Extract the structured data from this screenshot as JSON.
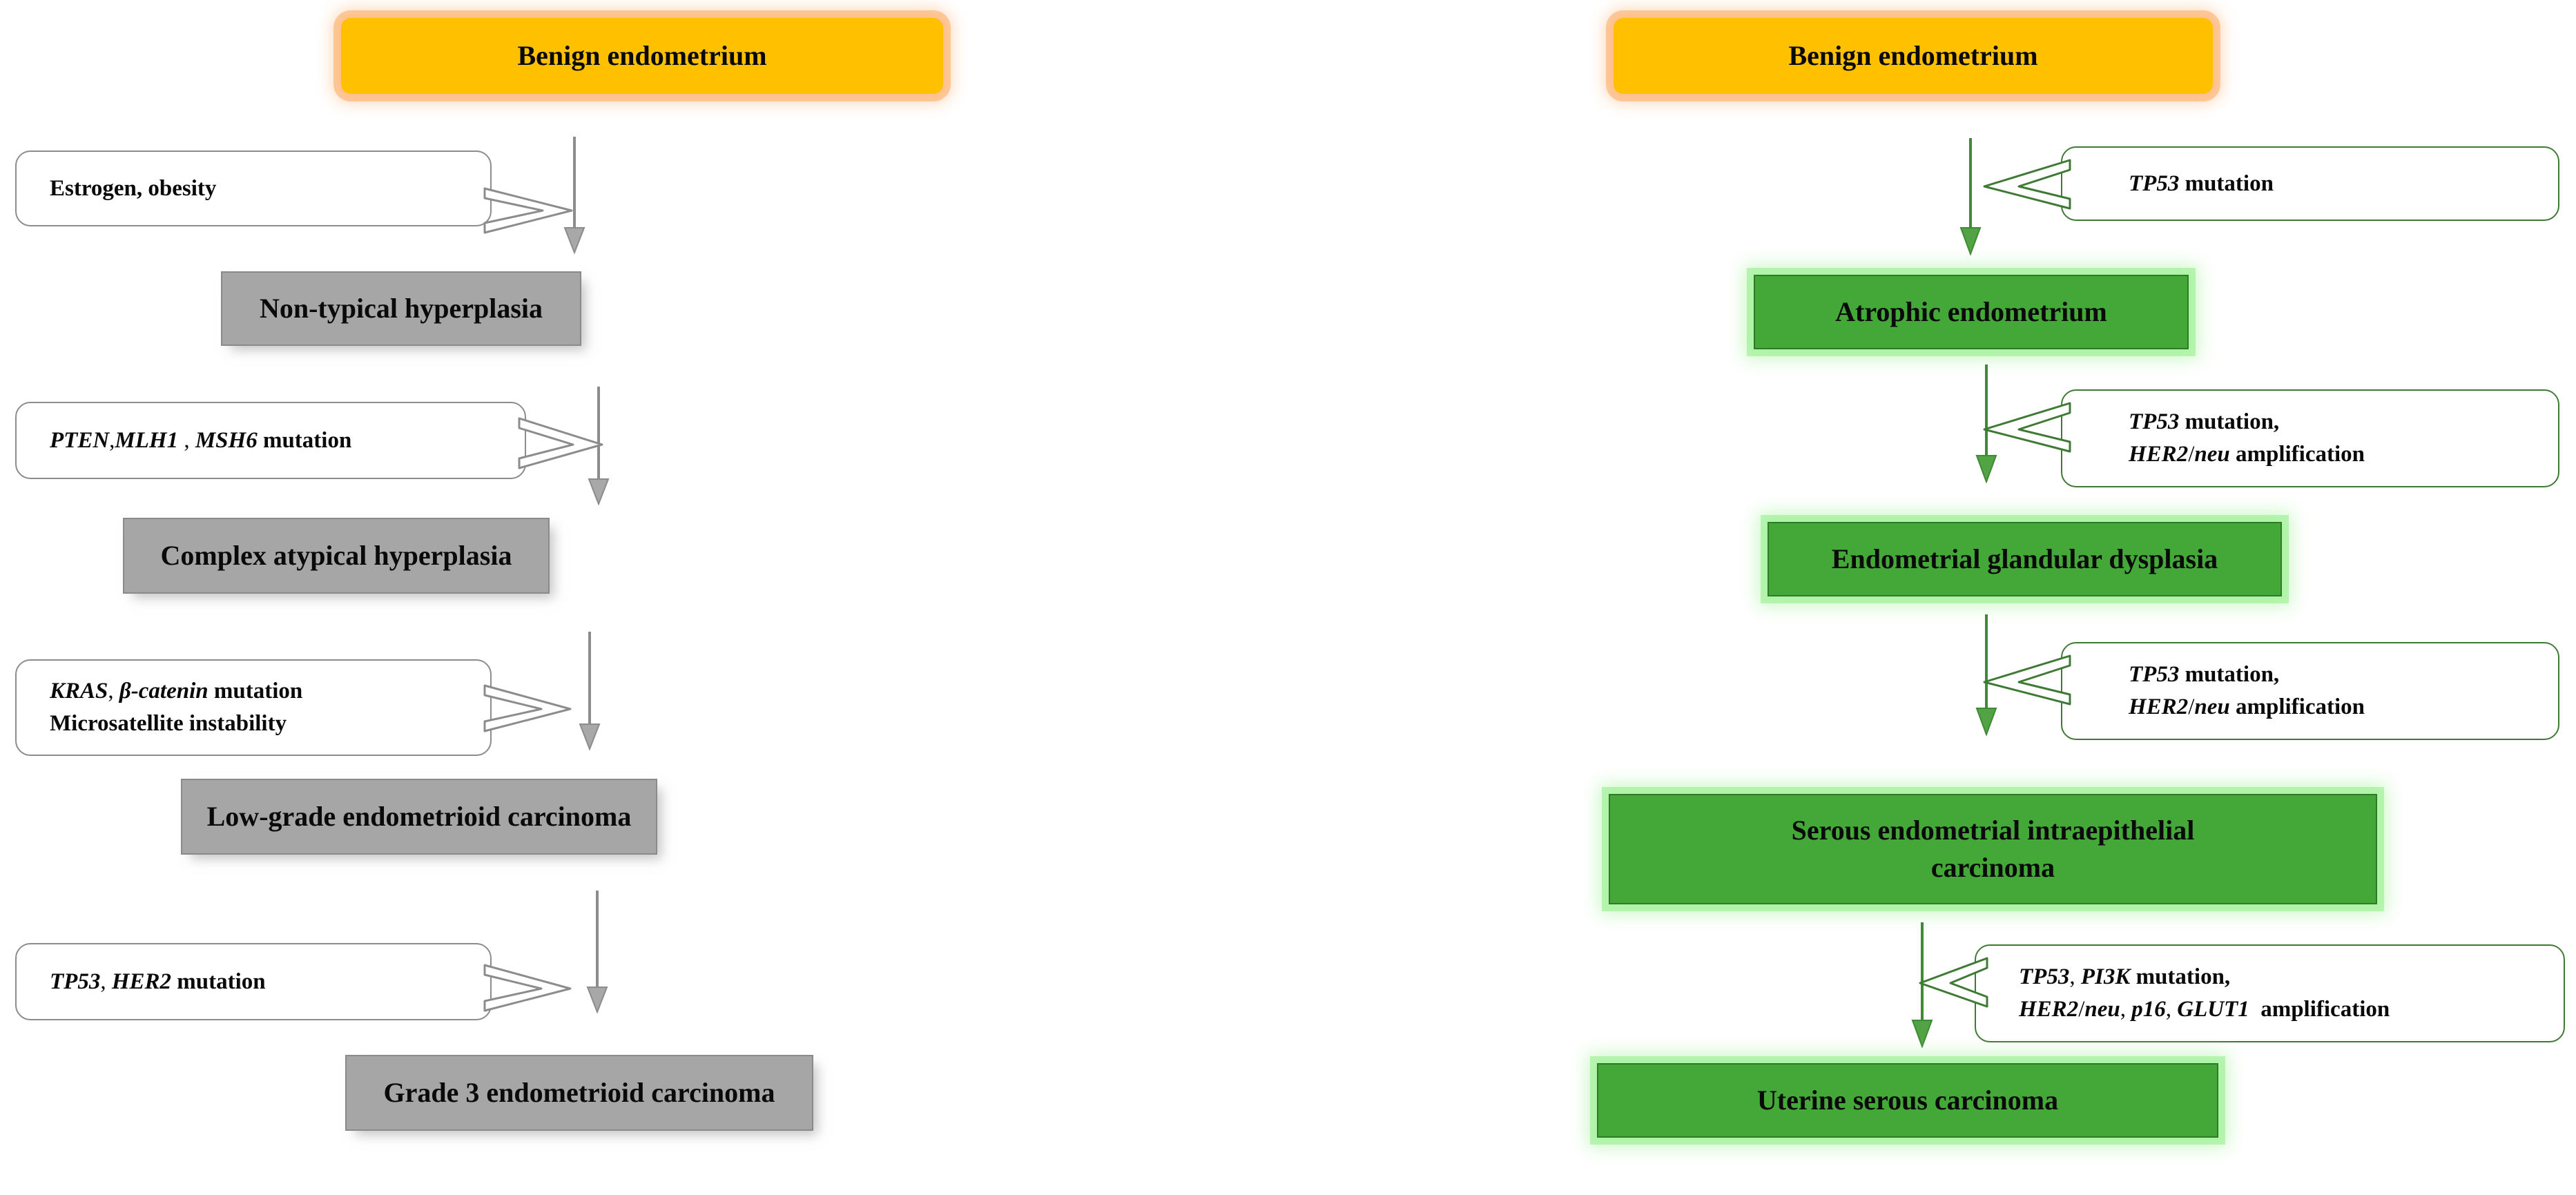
{
  "diagram": {
    "title_hidden": "",
    "colors": {
      "orange_fill": "#FFC000",
      "orange_glow": "#FFB06E",
      "grey_fill": "#A6A6A6",
      "grey_border": "#8A8A8A",
      "green_fill": "#43A838",
      "green_border": "#2F7A28",
      "green_glow": "#96F08C",
      "callout_border_left": "#8C8C8C",
      "callout_border_right": "#3F7A34",
      "arrow_left": "#8C8C8C",
      "arrow_right": "#3F8A34",
      "text": "#0A0A0A"
    },
    "pathways": [
      {
        "id": "type-i-endometrioid",
        "start": {
          "label": "Benign endometrium",
          "style": "orange"
        },
        "steps": [
          {
            "callout": {
              "lines": [
                [
                  {
                    "t": "Estrogen, obesity",
                    "i": false
                  }
                ]
              ]
            },
            "box": {
              "label": "Non-typical hyperplasia",
              "style": "grey"
            }
          },
          {
            "callout": {
              "lines": [
                [
                  {
                    "t": "PTEN",
                    "i": true
                  },
                  {
                    "t": ",",
                    "i": false
                  },
                  {
                    "t": "MLH1",
                    "i": true
                  },
                  {
                    "t": " , ",
                    "i": false
                  },
                  {
                    "t": "MSH6",
                    "i": true
                  },
                  {
                    "t": " mutation",
                    "i": false
                  }
                ]
              ]
            },
            "box": {
              "label": "Complex atypical hyperplasia",
              "style": "grey"
            }
          },
          {
            "callout": {
              "lines": [
                [
                  {
                    "t": "KRAS",
                    "i": true
                  },
                  {
                    "t": ", ",
                    "i": false
                  },
                  {
                    "t": "β-catenin",
                    "i": true
                  },
                  {
                    "t": " mutation",
                    "i": false
                  }
                ],
                [
                  {
                    "t": "Microsatellite instability",
                    "i": false
                  }
                ]
              ]
            },
            "box": {
              "label": "Low-grade endometrioid carcinoma",
              "style": "grey"
            }
          },
          {
            "callout": {
              "lines": [
                [
                  {
                    "t": "TP53",
                    "i": true
                  },
                  {
                    "t": ", ",
                    "i": false
                  },
                  {
                    "t": "HER2",
                    "i": true
                  },
                  {
                    "t": " mutation",
                    "i": false
                  }
                ]
              ]
            },
            "box": {
              "label": "Grade 3 endometrioid carcinoma",
              "style": "grey"
            }
          }
        ]
      },
      {
        "id": "type-ii-serous",
        "start": {
          "label": "Benign endometrium",
          "style": "orange"
        },
        "steps": [
          {
            "callout": {
              "lines": [
                [
                  {
                    "t": "TP53",
                    "i": true
                  },
                  {
                    "t": " mutation",
                    "i": false
                  }
                ]
              ]
            },
            "box": {
              "label": "Atrophic endometrium",
              "style": "green"
            }
          },
          {
            "callout": {
              "lines": [
                [
                  {
                    "t": "TP53",
                    "i": true
                  },
                  {
                    "t": " mutation,",
                    "i": false
                  }
                ],
                [
                  {
                    "t": "HER2",
                    "i": true
                  },
                  {
                    "t": "/",
                    "i": false
                  },
                  {
                    "t": "neu",
                    "i": true
                  },
                  {
                    "t": " amplification",
                    "i": false
                  }
                ]
              ]
            },
            "box": {
              "label": "Endometrial glandular dysplasia",
              "style": "green"
            }
          },
          {
            "callout": {
              "lines": [
                [
                  {
                    "t": "TP53",
                    "i": true
                  },
                  {
                    "t": " mutation,",
                    "i": false
                  }
                ],
                [
                  {
                    "t": "HER2",
                    "i": true
                  },
                  {
                    "t": "/",
                    "i": false
                  },
                  {
                    "t": "neu",
                    "i": true
                  },
                  {
                    "t": " amplification",
                    "i": false
                  }
                ]
              ]
            },
            "box": {
              "label": "Serous endometrial intraepithelial carcinoma",
              "style": "green",
              "lines": [
                "Serous endometrial intraepithelial",
                "carcinoma"
              ]
            }
          },
          {
            "callout": {
              "lines": [
                [
                  {
                    "t": "TP53",
                    "i": true
                  },
                  {
                    "t": ", ",
                    "i": false
                  },
                  {
                    "t": "PI3K",
                    "i": true
                  },
                  {
                    "t": " mutation,",
                    "i": false
                  }
                ],
                [
                  {
                    "t": "HER2",
                    "i": true
                  },
                  {
                    "t": "/",
                    "i": false
                  },
                  {
                    "t": "neu",
                    "i": true
                  },
                  {
                    "t": ", ",
                    "i": false
                  },
                  {
                    "t": "p16",
                    "i": true
                  },
                  {
                    "t": ", ",
                    "i": false
                  },
                  {
                    "t": "GLUT1",
                    "i": true
                  },
                  {
                    "t": "  amplification",
                    "i": false
                  }
                ]
              ]
            },
            "box": {
              "label": "Uterine serous carcinoma",
              "style": "green"
            }
          }
        ]
      }
    ]
  },
  "labels": {
    "benign_endometrium_left": "Benign endometrium",
    "benign_endometrium_right": "Benign endometrium",
    "non_typical_hyperplasia": "Non-typical hyperplasia",
    "complex_atypical_hyperplasia": "Complex atypical hyperplasia",
    "low_grade_endometrioid_carcinoma": "Low-grade endometrioid carcinoma",
    "grade3_endometrioid_carcinoma": "Grade 3 endometrioid carcinoma",
    "atrophic_endometrium": "Atrophic endometrium",
    "endometrial_glandular_dysplasia": "Endometrial glandular dysplasia",
    "serous_eic_line1": "Serous endometrial intraepithelial",
    "serous_eic_line2": "carcinoma",
    "uterine_serous_carcinoma": "Uterine serous carcinoma",
    "estrogen_obesity": "Estrogen, obesity",
    "microsatellite_instability": "Microsatellite instability"
  }
}
